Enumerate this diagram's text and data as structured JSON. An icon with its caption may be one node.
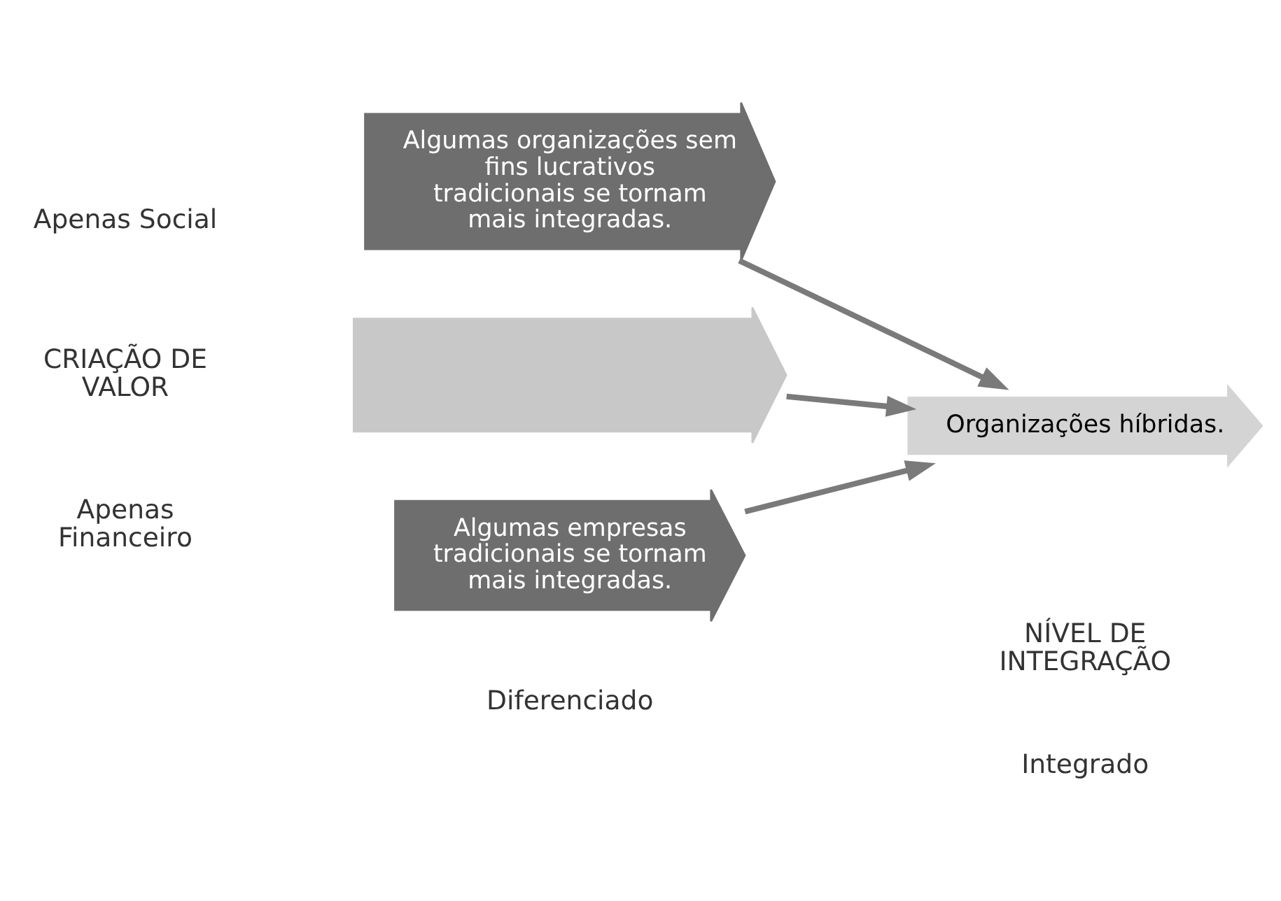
{
  "diagram": {
    "nodes": [
      {
        "text": [
          "Algumas organizações sem fins lucrativos tradicionais se tornam mais integradas."
        ]
      },
      {
        "text": [],
        "shape": "bar"
      },
      {
        "text": [
          "Algumas empresas tradicionais se tornam mais integradas."
        ]
      },
      {
        "text": [
          "Organizações híbridas."
        ]
      }
    ],
    "edges": [
      {
        "from": 0,
        "to": 3,
        "arrow": "to"
      },
      {
        "from": 1,
        "to": 3,
        "arrow": "to"
      },
      {
        "from": 2,
        "to": 3,
        "arrow": "to"
      }
    ],
    "labels": [
      "Apenas Social",
      "CRIAÇÃO DE VALOR",
      "Apenas Financeiro",
      "Diferenciado",
      "NÍVEL DE INTEGRAÇÃO",
      "Integrado"
    ]
  }
}
